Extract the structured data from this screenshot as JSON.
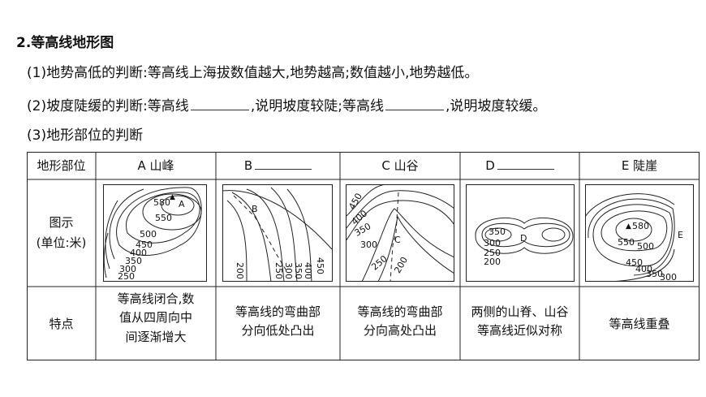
{
  "heading": "2.等高线地形图",
  "p1": "(1)地势高低的判断:等高线上海拔数值越大,地势越高;数值越小,地势越低。",
  "p2_a": "(2)坡度陡缓的判断:等高线",
  "p2_b": ",说明坡度较陡;等高线",
  "p2_c": ",说明坡度较缓。",
  "p3": "(3)地形部位的判断",
  "table": {
    "row_labels": {
      "header": "地形部位",
      "diagram_1": "图示",
      "diagram_2": "(单位:米)",
      "features": "特点"
    },
    "cols": [
      {
        "header": "A 山峰",
        "feature_lines": [
          "等高线闭合,数",
          "值从四周向中",
          "间逐渐增大"
        ]
      },
      {
        "header": "B",
        "feature_lines": [
          "等高线的弯曲部",
          "分向低处凸出"
        ]
      },
      {
        "header": "C 山谷",
        "feature_lines": [
          "等高线的弯曲部",
          "分向高处凸出"
        ]
      },
      {
        "header": "D",
        "feature_lines": [
          "两侧的山脊、山谷",
          "等高线近似对称"
        ]
      },
      {
        "header": "E 陡崖",
        "feature_lines": [
          "等高线重叠"
        ]
      }
    ],
    "labels": {
      "peak": {
        "top": "580",
        "mark": "A",
        "vals": [
          "550",
          "500",
          "450",
          "400",
          "350",
          "300",
          "250"
        ]
      },
      "ridge": {
        "mark": "B",
        "vals": [
          "200",
          "250",
          "300",
          "350",
          "400",
          "450"
        ]
      },
      "valley": {
        "mark": "C",
        "vals": [
          "450",
          "400",
          "350",
          "300",
          "250",
          "200"
        ]
      },
      "saddle": {
        "mark": "D",
        "vals": [
          "350",
          "300",
          "250",
          "200"
        ]
      },
      "cliff": {
        "top": "580",
        "mark": "E",
        "vals": [
          "550",
          "500",
          "450",
          "400",
          "350",
          "300"
        ]
      }
    }
  }
}
